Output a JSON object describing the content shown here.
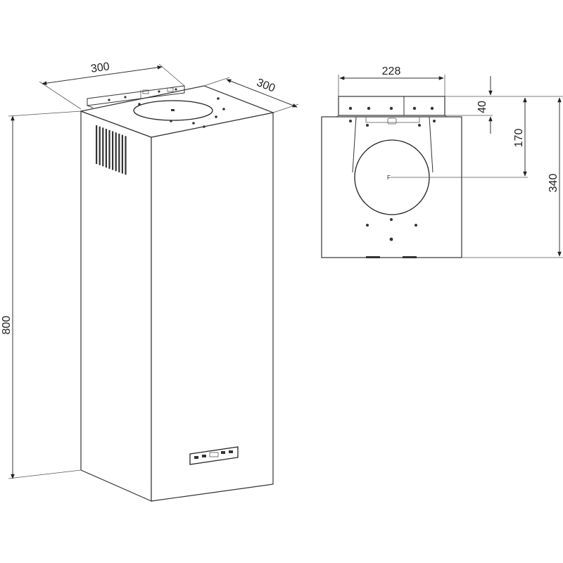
{
  "perspective_view": {
    "width_label": "300",
    "depth_label": "300",
    "height_label": "800"
  },
  "front_view": {
    "bracket_width_label": "228",
    "bracket_height_label": "40",
    "outlet_center_label": "170",
    "total_height_label": "340",
    "center_mark": "F"
  },
  "colors": {
    "line": "#333333",
    "background": "#ffffff"
  }
}
